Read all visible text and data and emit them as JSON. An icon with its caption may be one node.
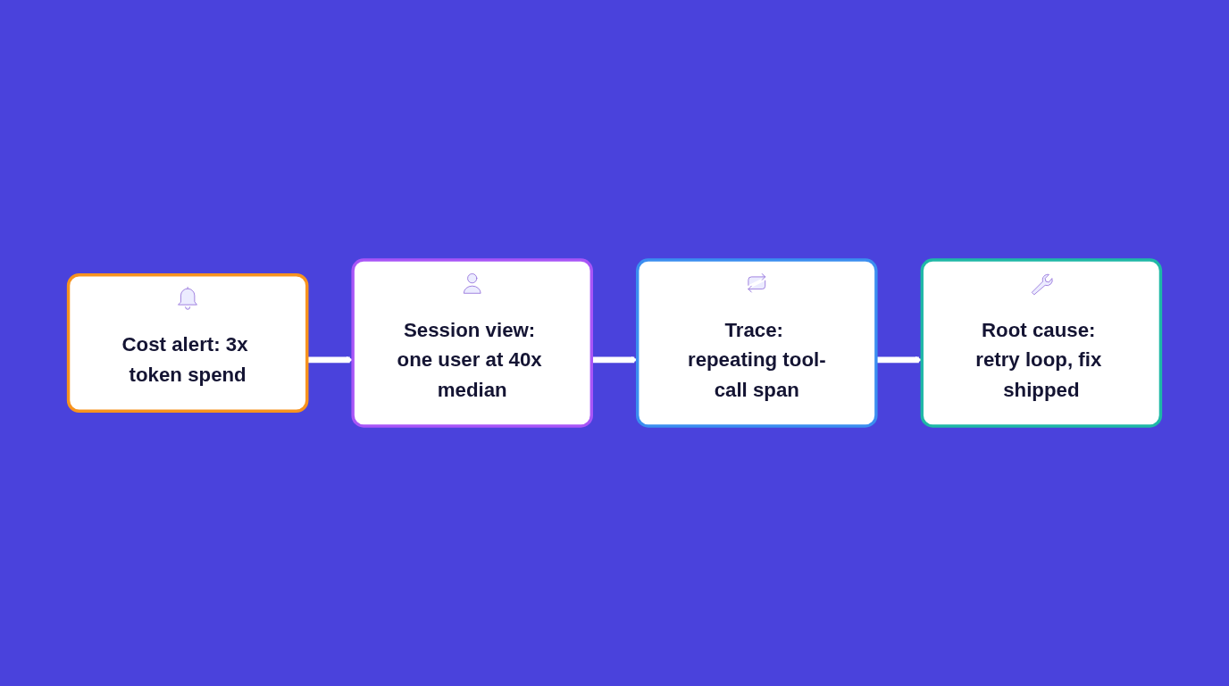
{
  "diagram": {
    "nodes": [
      {
        "text": [
          "Cost alert: 3x token spend"
        ]
      },
      {
        "text": [
          "Session view: one user at 40x median"
        ]
      },
      {
        "text": [
          "Trace: repeating tool-call span"
        ]
      },
      {
        "text": [
          "Root cause: retry loop, fix shipped"
        ]
      }
    ],
    "edges": [
      {
        "from": 0,
        "to": 1,
        "arrow": "to"
      },
      {
        "from": 1,
        "to": 2,
        "arrow": "to"
      },
      {
        "from": 2,
        "to": 3,
        "arrow": "to"
      }
    ]
  }
}
